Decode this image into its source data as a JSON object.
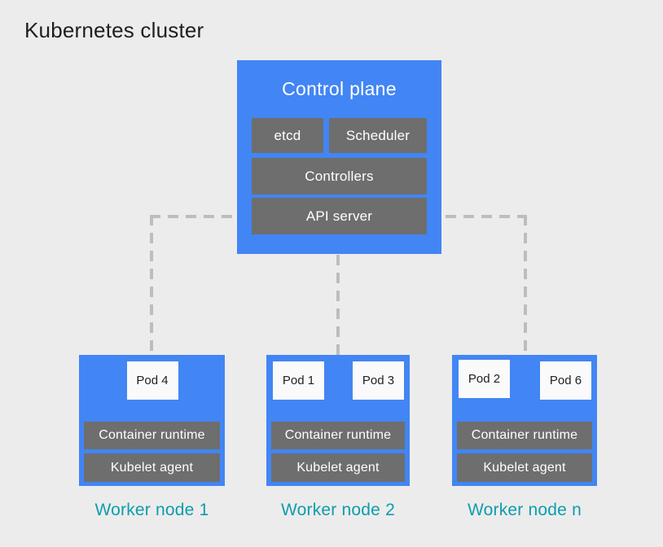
{
  "diagram_title": "Kubernetes cluster",
  "control_plane": {
    "title": "Control plane",
    "etcd": "etcd",
    "scheduler": "Scheduler",
    "controllers": "Controllers",
    "api_server": "API server"
  },
  "worker_nodes": [
    {
      "label": "Worker node 1",
      "pods": [
        "Pod 4"
      ],
      "container_runtime": "Container runtime",
      "kubelet_agent": "Kubelet agent"
    },
    {
      "label": "Worker node 2",
      "pods": [
        "Pod 1",
        "Pod 3"
      ],
      "container_runtime": "Container runtime",
      "kubelet_agent": "Kubelet agent"
    },
    {
      "label": "Worker node n",
      "pods": [
        "Pod 2",
        "Pod 6"
      ],
      "container_runtime": "Container runtime",
      "kubelet_agent": "Kubelet agent"
    }
  ],
  "colors": {
    "background": "#ececec",
    "node_blue": "#4285f4",
    "component_gray": "#6e6e6e",
    "pod_white": "#fafafa",
    "connector_gray": "#bdbdbd",
    "worker_label_teal": "#0d9dad",
    "title_black": "#1f1f1f",
    "text_white": "#ffffff"
  }
}
